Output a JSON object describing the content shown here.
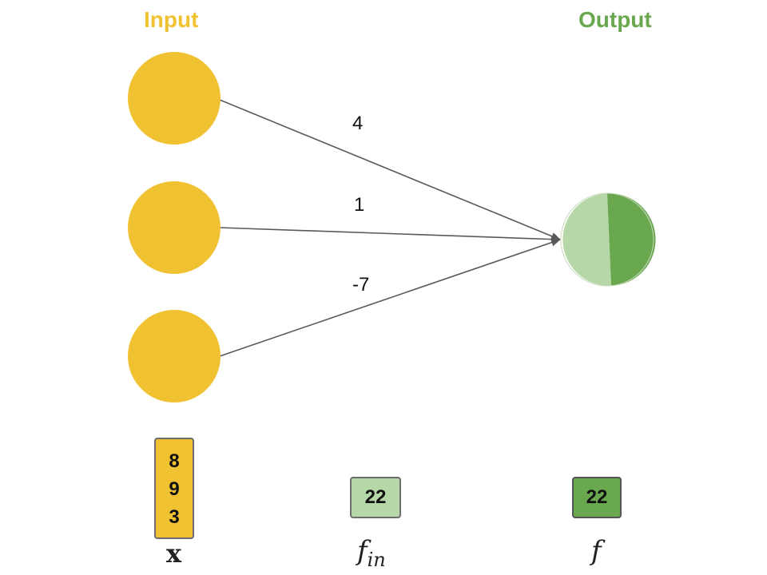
{
  "titles": {
    "input": "Input",
    "output": "Output"
  },
  "weights": [
    "4",
    "1",
    "-7"
  ],
  "input_vector": [
    "8",
    "9",
    "3"
  ],
  "f_in_value": "22",
  "f_value": "22",
  "math_labels": {
    "x": "x",
    "f_in_base": "f",
    "f_in_sub": "in",
    "f": "f"
  },
  "colors": {
    "input_node": "#f0c231",
    "input_title": "#f0c231",
    "output_title": "#6aa84f",
    "output_light": "#b6d7a8",
    "output_dark": "#6aa84f",
    "edge": "#595959"
  }
}
